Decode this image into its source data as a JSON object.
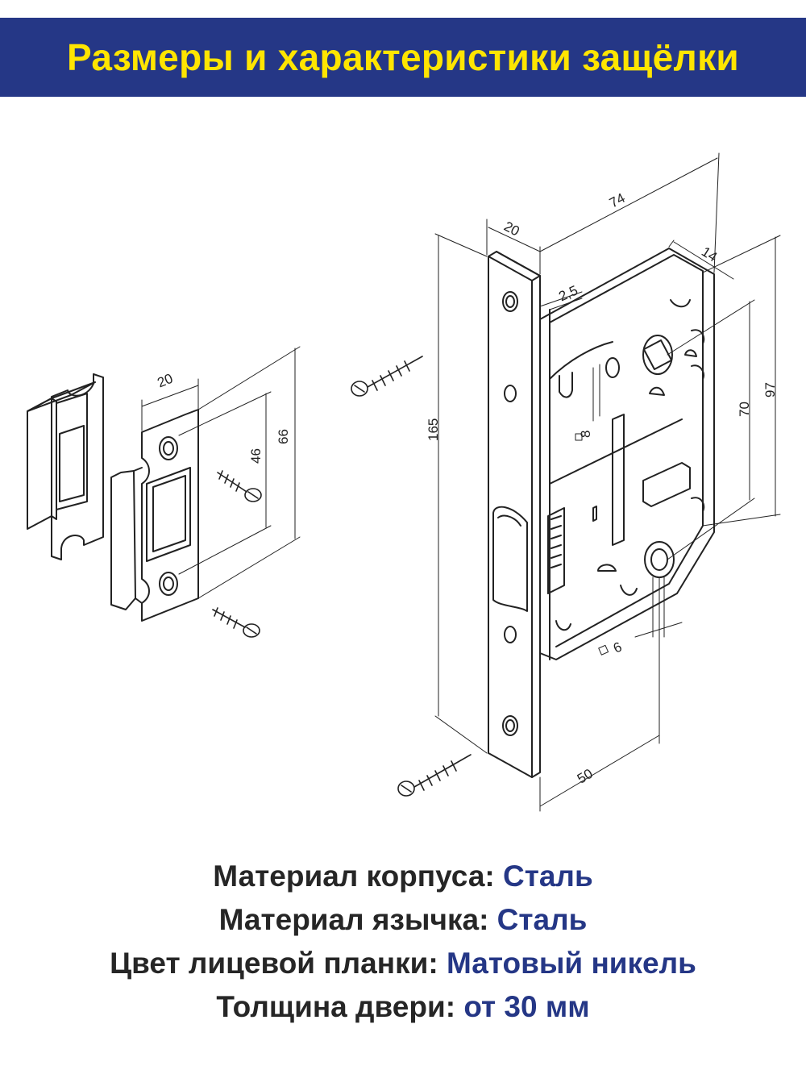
{
  "header": {
    "title": "Размеры и характеристики защёлки"
  },
  "colors": {
    "banner_bg": "#253786",
    "banner_text": "#ffe500",
    "label_text": "#262626",
    "value_text": "#253786"
  },
  "drawing": {
    "strike_dims": {
      "width": "20",
      "hole_spacing": "46",
      "height": "66"
    },
    "latch_dims": {
      "faceplate_width": "20",
      "body_depth": "74",
      "edge_offset": "14",
      "plate_thickness": "2,5",
      "faceplate_height": "165",
      "body_height": "97",
      "center_distance": "70",
      "spindle_top": "8",
      "spindle_bottom": "6",
      "backset": "50"
    }
  },
  "specs": [
    {
      "label": "Материал корпуса:",
      "value": "Сталь"
    },
    {
      "label": "Материал язычка:",
      "value": "Сталь"
    },
    {
      "label": "Цвет лицевой планки:",
      "value": "Матовый никель"
    },
    {
      "label": "Толщина двери:",
      "value": "от 30 мм"
    }
  ]
}
